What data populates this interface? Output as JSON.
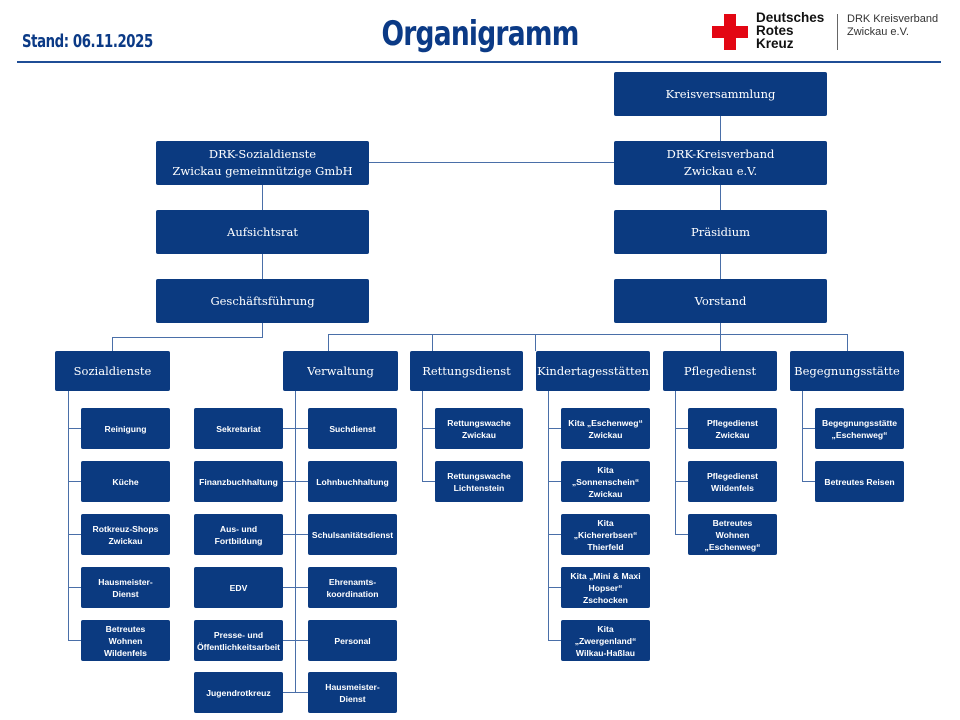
{
  "header": {
    "stand": "Stand: 06.11.2025",
    "title": "Organigramm",
    "logo": {
      "icon": "red-cross-icon",
      "brand_lines": [
        "Deutsches",
        "Rotes",
        "Kreuz"
      ],
      "sub_lines": [
        "DRK Kreisverband",
        "Zwickau e.V."
      ],
      "cross_color": "#e30613"
    }
  },
  "colors": {
    "box": "#0b3a80",
    "line": "#4a6fa8",
    "title": "#0b3a86"
  },
  "top": {
    "kreisversammlung": "Kreisversammlung",
    "kreisverband": "DRK-Kreisverband\nZwickau e.V.",
    "praesidium": "Präsidium",
    "vorstand": "Vorstand",
    "gmbh": "DRK-Sozialdienste\nZwickau gemeinnützige GmbH",
    "aufsichtsrat": "Aufsichtsrat",
    "geschaeftsfuehrung": "Geschäftsführung"
  },
  "departments": {
    "sozialdienste": {
      "label": "Sozialdienste",
      "items": [
        "Reinigung",
        "Küche",
        "Rotkreuz-Shops\nZwickau",
        "Hausmeister-\nDienst",
        "Betreutes\nWohnen\nWildenfels"
      ]
    },
    "verwaltung": {
      "label": "Verwaltung",
      "left_items": [
        "Sekretariat",
        "Finanzbuchhaltung",
        "Aus- und\nFortbildung",
        "EDV",
        "Presse- und\nÖffentlichkeitsarbeit",
        "Jugendrotkreuz"
      ],
      "right_items": [
        "Suchdienst",
        "Lohnbuchhaltung",
        "Schulsanitätsdienst",
        "Ehrenamts-\nkoordination",
        "Personal",
        "Hausmeister-\nDienst"
      ]
    },
    "rettungsdienst": {
      "label": "Rettungsdienst",
      "items": [
        "Rettungswache\nZwickau",
        "Rettungswache\nLichtenstein"
      ]
    },
    "kitas": {
      "label": "Kindertagesstätten",
      "items": [
        "Kita „Eschenweg“\nZwickau",
        "Kita\n„Sonnenschein“\nZwickau",
        "Kita\n„Kichererbsen“\nThierfeld",
        "Kita „Mini & Maxi\nHopser“\nZschocken",
        "Kita\n„Zwergenland“\nWilkau-Haßlau"
      ]
    },
    "pflegedienst": {
      "label": "Pflegedienst",
      "items": [
        "Pflegedienst\nZwickau",
        "Pflegedienst\nWildenfels",
        "Betreutes\nWohnen\n„Eschenweg“"
      ]
    },
    "begegnung": {
      "label": "Begegnungsstätte",
      "items": [
        "Begegnungsstätte\n„Eschenweg“",
        "Betreutes Reisen"
      ]
    }
  }
}
